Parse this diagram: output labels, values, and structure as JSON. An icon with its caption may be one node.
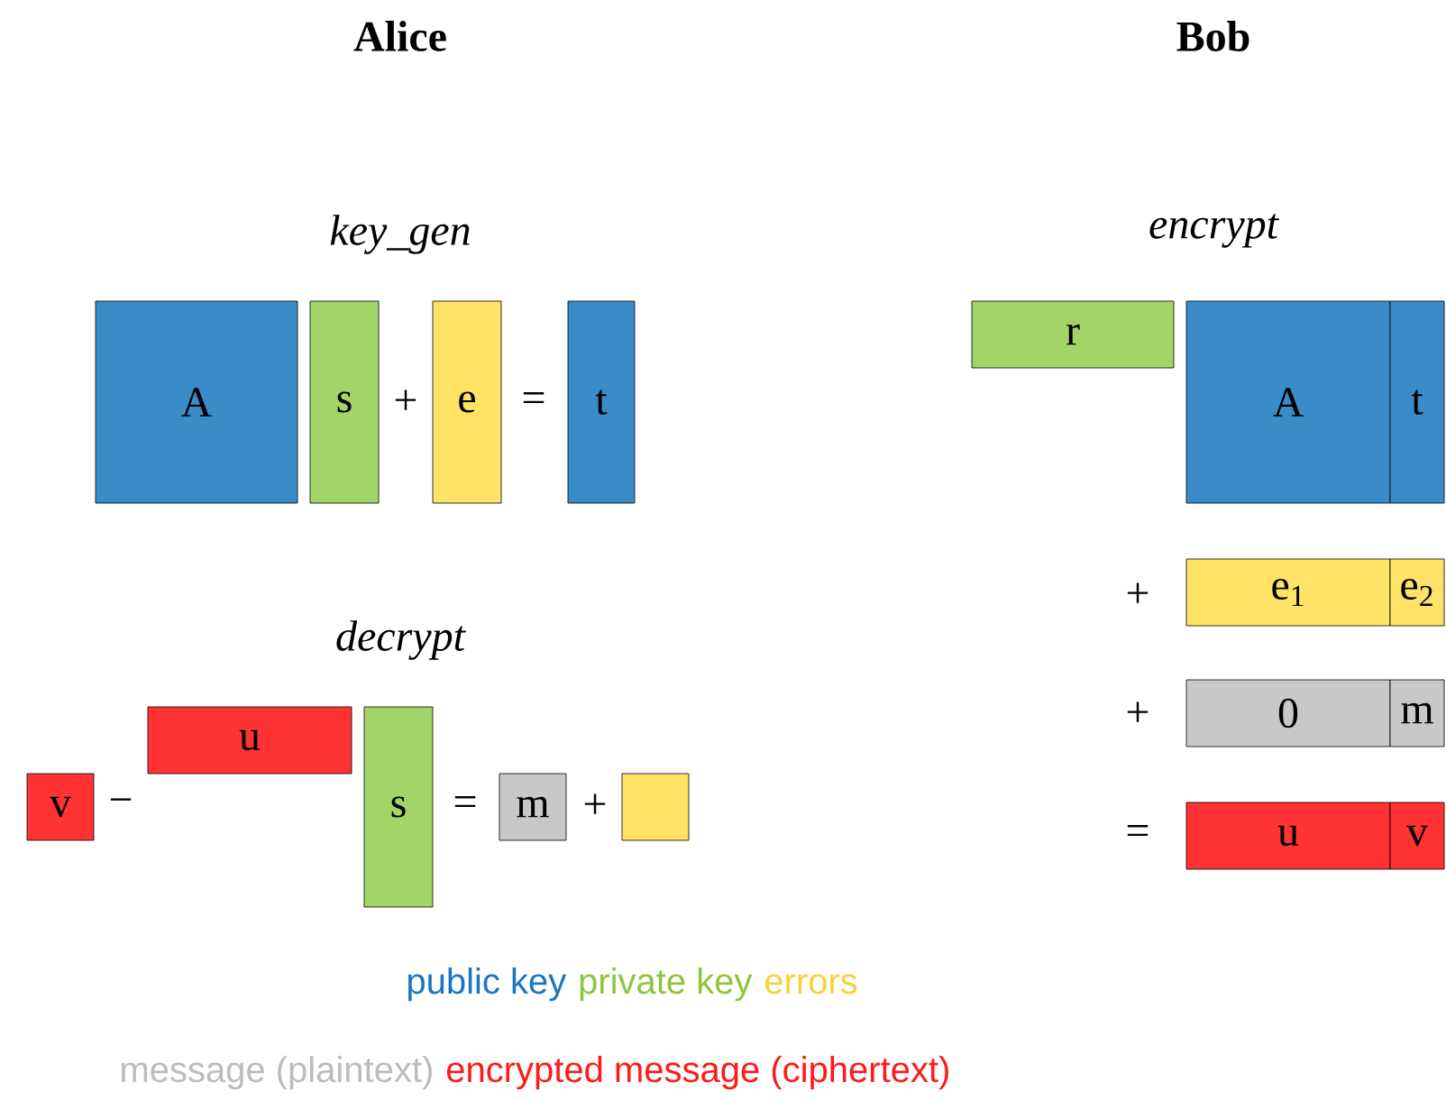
{
  "diagram": {
    "nodes": [
      {
        "text": [
          "A"
        ]
      },
      {
        "text": [
          "s"
        ]
      },
      {
        "text": [
          "e"
        ]
      },
      {
        "text": [
          "t"
        ]
      },
      {
        "text": [
          "v"
        ]
      },
      {
        "text": [
          "u"
        ]
      },
      {
        "text": [
          "s"
        ]
      },
      {
        "text": [
          "m"
        ]
      },
      {
        "text": [],
        "shape": "box"
      },
      {
        "text": [
          "r"
        ]
      },
      {
        "text": [
          "A"
        ]
      },
      {
        "text": [
          "t"
        ]
      },
      {
        "text": [
          "e$_{1}$"
        ]
      },
      {
        "text": [
          "e$_{2}$"
        ]
      },
      {
        "text": [
          "0"
        ]
      },
      {
        "text": [
          "m"
        ]
      },
      {
        "text": [
          "u"
        ]
      },
      {
        "text": [
          "v"
        ]
      }
    ],
    "edges": [],
    "labels": [
      "Alice",
      "Bob",
      "key_gen",
      "encrypt",
      "+",
      "=",
      "decrypt",
      "−",
      "=",
      "+",
      "+",
      "+",
      "="
    ],
    "legend": [
      {
        "text": "public key",
        "color": "#1a75c4"
      },
      {
        "text": "private key",
        "color": "#8cc63f"
      },
      {
        "text": "errors",
        "color": "#f5d33b"
      },
      {
        "text": "message (plaintext)",
        "color": "#bcbcbc"
      },
      {
        "text": "encrypted message (ciphertext)",
        "color": "#ff1a1a"
      }
    ]
  }
}
